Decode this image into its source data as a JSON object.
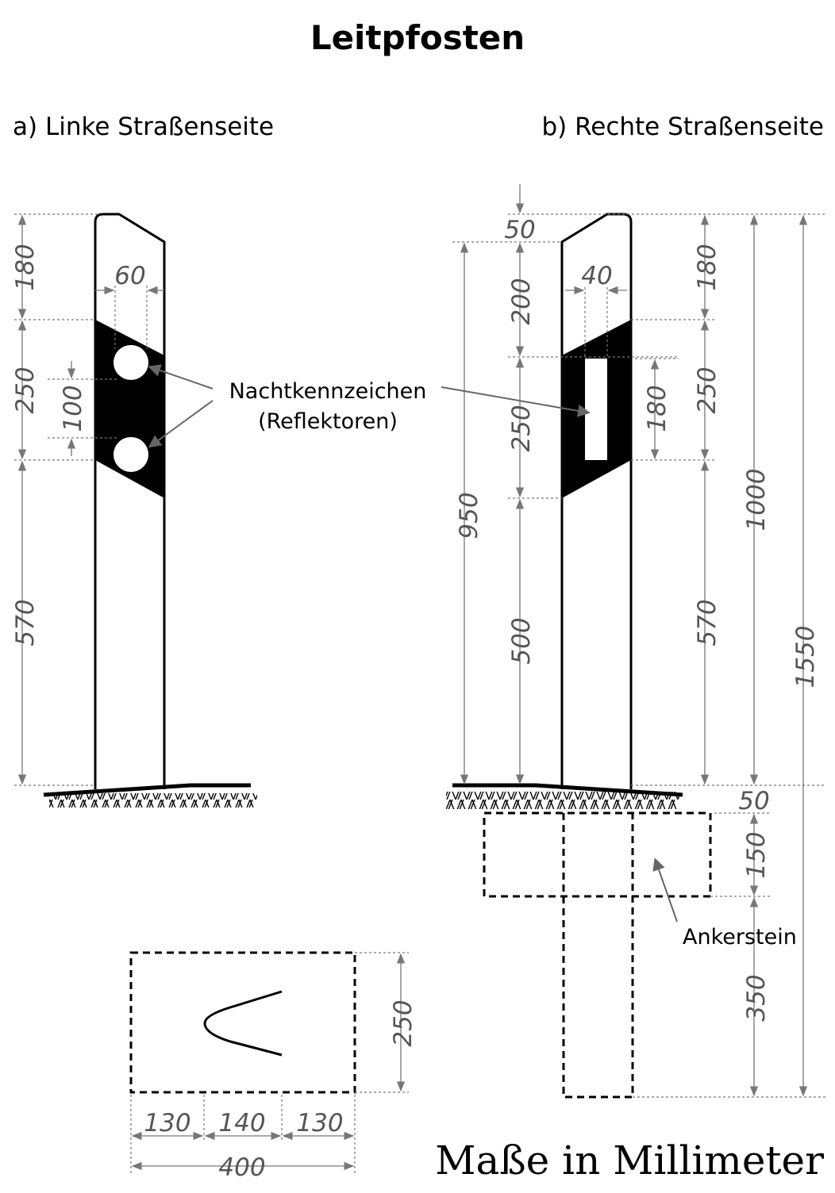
{
  "title": "Leitpfosten",
  "left": {
    "heading": "a) Linke Straßenseite",
    "dims": {
      "top": "180",
      "band": "250",
      "lower": "570",
      "spacing": "100",
      "width": "60"
    }
  },
  "right": {
    "heading": "b) Rechte Straßenseite",
    "dims": {
      "top_offset": "50",
      "upper": "200",
      "reflector_zone": "250",
      "below": "500",
      "height_from_ground": "950",
      "reflector_width": "40",
      "reflector_height": "180",
      "top": "180",
      "band": "250",
      "lower": "570",
      "post_height": "1000",
      "total": "1550",
      "ground_gap": "50",
      "anchor_top": "150",
      "anchor_depth": "350"
    }
  },
  "reflector_label": "Nachtkennzeichen",
  "reflector_sublabel": "(Reflektoren)",
  "anchor_label": "Ankerstein",
  "plan": {
    "depth": "250",
    "seg1": "130",
    "seg2": "140",
    "seg3": "130",
    "total": "400"
  },
  "footer": "Maße in Millimeter",
  "colors": {
    "ink": "#000000",
    "dimension": "#555555",
    "plan_fill": "#cccccc"
  }
}
